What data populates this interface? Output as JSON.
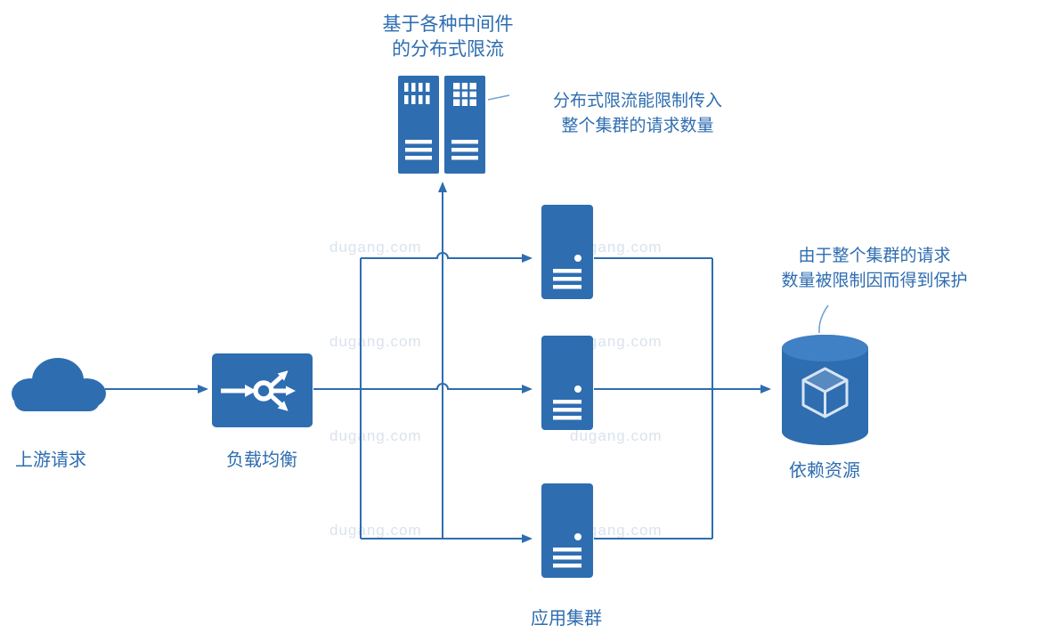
{
  "colors": {
    "primary": "#2e6db0",
    "cylinder_top": "#4080c4",
    "icon_light": "#d6e4f5",
    "leader_line": "#74a3d6",
    "watermark": "#9cb4cf"
  },
  "title": {
    "line1": "基于各种中间件",
    "line2": "的分布式限流"
  },
  "nodes": {
    "cloud": {
      "label": "上游请求"
    },
    "load_balancer": {
      "label": "负载均衡"
    },
    "app_cluster": {
      "label": "应用集群"
    },
    "database": {
      "label": "依赖资源"
    }
  },
  "annotations": {
    "limiter_note": {
      "line1": "分布式限流能限制传入",
      "line2": "整个集群的请求数量"
    },
    "database_note": {
      "line1": "由于整个集群的请求",
      "line2": "数量被限制因而得到保护"
    }
  },
  "watermark": {
    "text": "dugang.com"
  }
}
